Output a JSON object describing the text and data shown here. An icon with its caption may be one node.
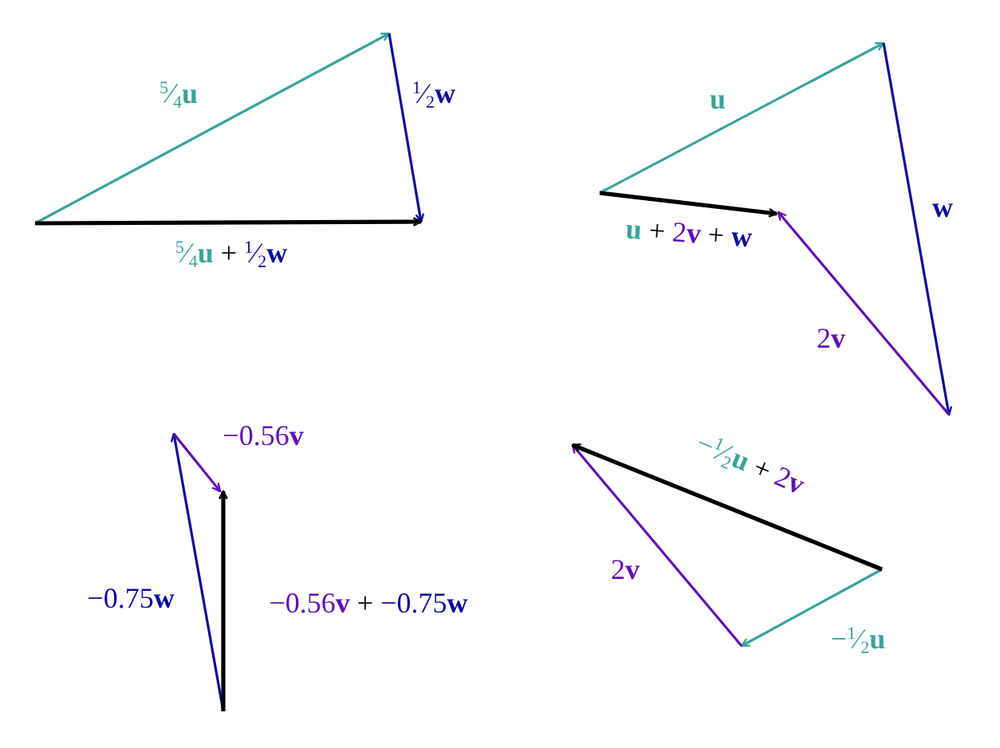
{
  "diagram": {
    "labels": [
      "$^{5}$⁄$_{4}$**u**",
      "$^{1}$⁄$_{2}$**w**",
      "$^{5}$⁄$_{4}$**u** + $^{1}$⁄$_{2}$**w**",
      "**u**",
      "**w**",
      "**u** + 2**v** + **w**",
      "2**v**",
      "−0.56**v**",
      "−0.75**w**",
      "−0.56**v** + −0.75**w**",
      "−$^{1}$⁄$_{2}$**u** + 2**v**",
      "2**v**",
      "−$^{1}$⁄$_{2}$**u**"
    ]
  }
}
